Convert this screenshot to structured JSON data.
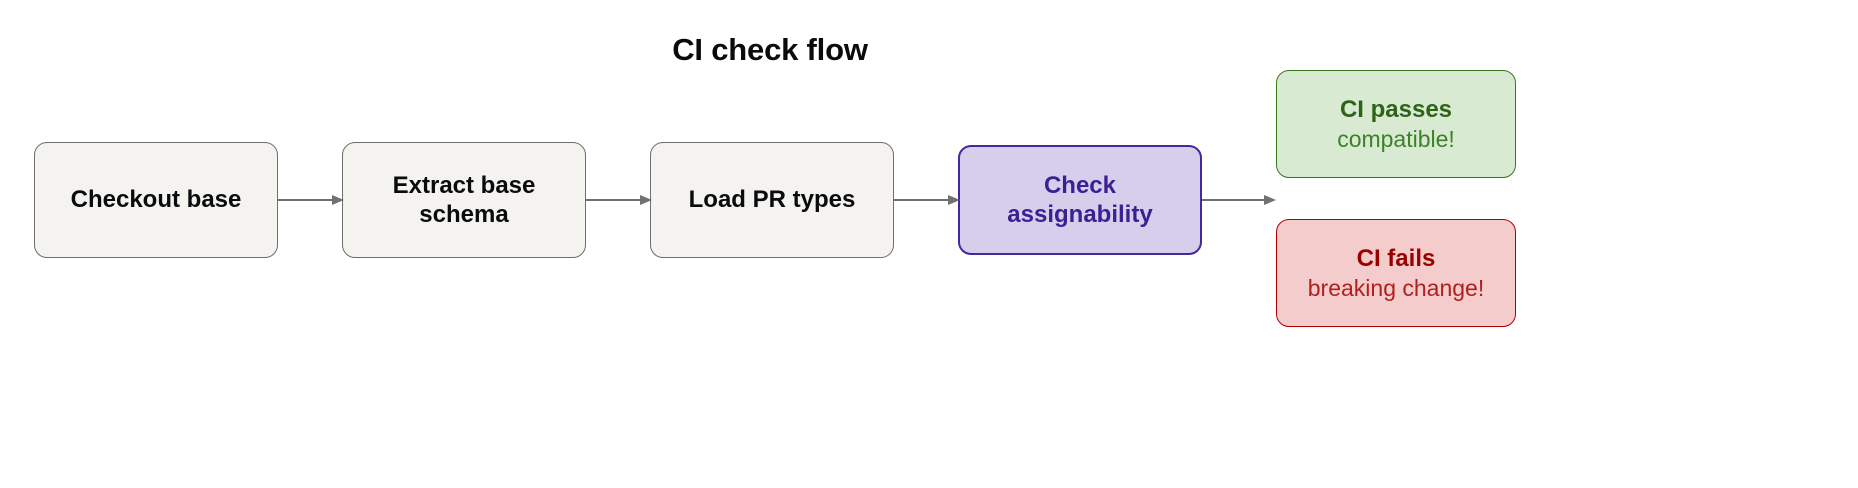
{
  "diagram": {
    "title": "CI check flow",
    "type": "flowchart",
    "direction": "left-to-right",
    "nodes": [
      {
        "id": "checkout-base",
        "label": "Checkout base",
        "sublabel": "",
        "shape": "rounded-rectangle",
        "role": "process",
        "fill": "#f4f3f0",
        "stroke": "#6e6e6e",
        "text_color": "#0b0b0d"
      },
      {
        "id": "extract-base-schema",
        "label": "Extract base\nschema",
        "sublabel": "",
        "shape": "rounded-rectangle",
        "role": "process",
        "fill": "#f4f3f0",
        "stroke": "#6e6e6e",
        "text_color": "#0b0b0d"
      },
      {
        "id": "load-pr-types",
        "label": "Load PR types",
        "sublabel": "",
        "shape": "rounded-rectangle",
        "role": "process",
        "fill": "#f4f3f0",
        "stroke": "#6e6e6e",
        "text_color": "#0b0b0d"
      },
      {
        "id": "check-assignability",
        "label": "Check\nassignability",
        "sublabel": "",
        "shape": "rounded-rectangle",
        "role": "decision",
        "fill": "#d5cfec",
        "stroke": "#4527a0",
        "text_color": "#3b1f95"
      },
      {
        "id": "ci-passes",
        "label": "CI passes",
        "sublabel": "compatible!",
        "shape": "rounded-rectangle",
        "role": "success",
        "fill": "#d9ead3",
        "stroke": "#38761d",
        "text_color": "#2d6418"
      },
      {
        "id": "ci-fails",
        "label": "CI fails",
        "sublabel": "breaking change!",
        "shape": "rounded-rectangle",
        "role": "failure",
        "fill": "#f4cccc",
        "stroke": "#b20000",
        "text_color": "#990000"
      }
    ],
    "edges": [
      {
        "id": "edge-1",
        "from": "checkout-base",
        "to": "extract-base-schema",
        "label": "",
        "style": "solid-arrow",
        "color": "#707070"
      },
      {
        "id": "edge-2",
        "from": "extract-base-schema",
        "to": "load-pr-types",
        "label": "",
        "style": "solid-arrow",
        "color": "#707070"
      },
      {
        "id": "edge-3",
        "from": "load-pr-types",
        "to": "check-assignability",
        "label": "",
        "style": "solid-arrow",
        "color": "#707070"
      },
      {
        "id": "edge-4",
        "from": "check-assignability",
        "to": "ci-passes",
        "label": "",
        "style": "solid-arrow",
        "color": "#707070"
      }
    ],
    "background": "#ffffff"
  }
}
